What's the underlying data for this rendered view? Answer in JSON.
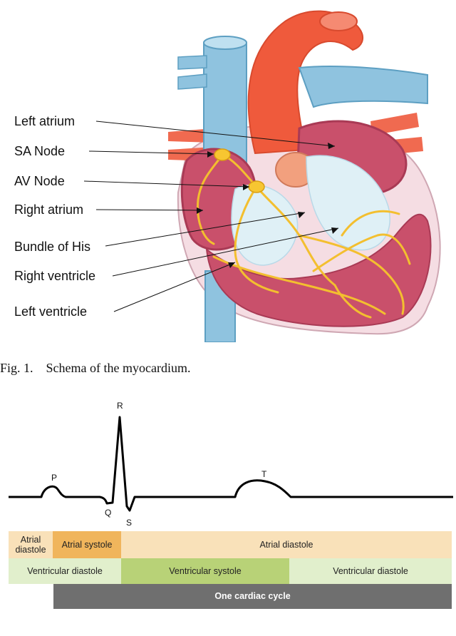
{
  "heart_figure": {
    "labels": [
      "Left atrium",
      "SA Node",
      "AV Node",
      "Right atrium",
      "Bundle of His",
      "Right ventricle",
      "Left ventricle"
    ],
    "caption_number": "Fig. 1.",
    "caption_text": "Schema of the myocardium."
  },
  "ecg_figure": {
    "wave_labels": {
      "p": "P",
      "q": "Q",
      "r": "R",
      "s": "S",
      "t": "T"
    },
    "atrial_row": {
      "diastole_1": "Atrial diastole",
      "systole": "Atrial systole",
      "diastole_2": "Atrial diastole"
    },
    "ventricular_row": {
      "diastole_1": "Ventricular diastole",
      "systole": "Ventricular systole",
      "diastole_2": "Ventricular diastole"
    },
    "cycle_label": "One cardiac cycle",
    "colors": {
      "atrial_diastole": "#f9e1b9",
      "atrial_systole": "#f0b55c",
      "ventricular_diastole": "#e1efcc",
      "ventricular_systole": "#b8d277",
      "cycle_bar": "#6f6f6f"
    }
  }
}
